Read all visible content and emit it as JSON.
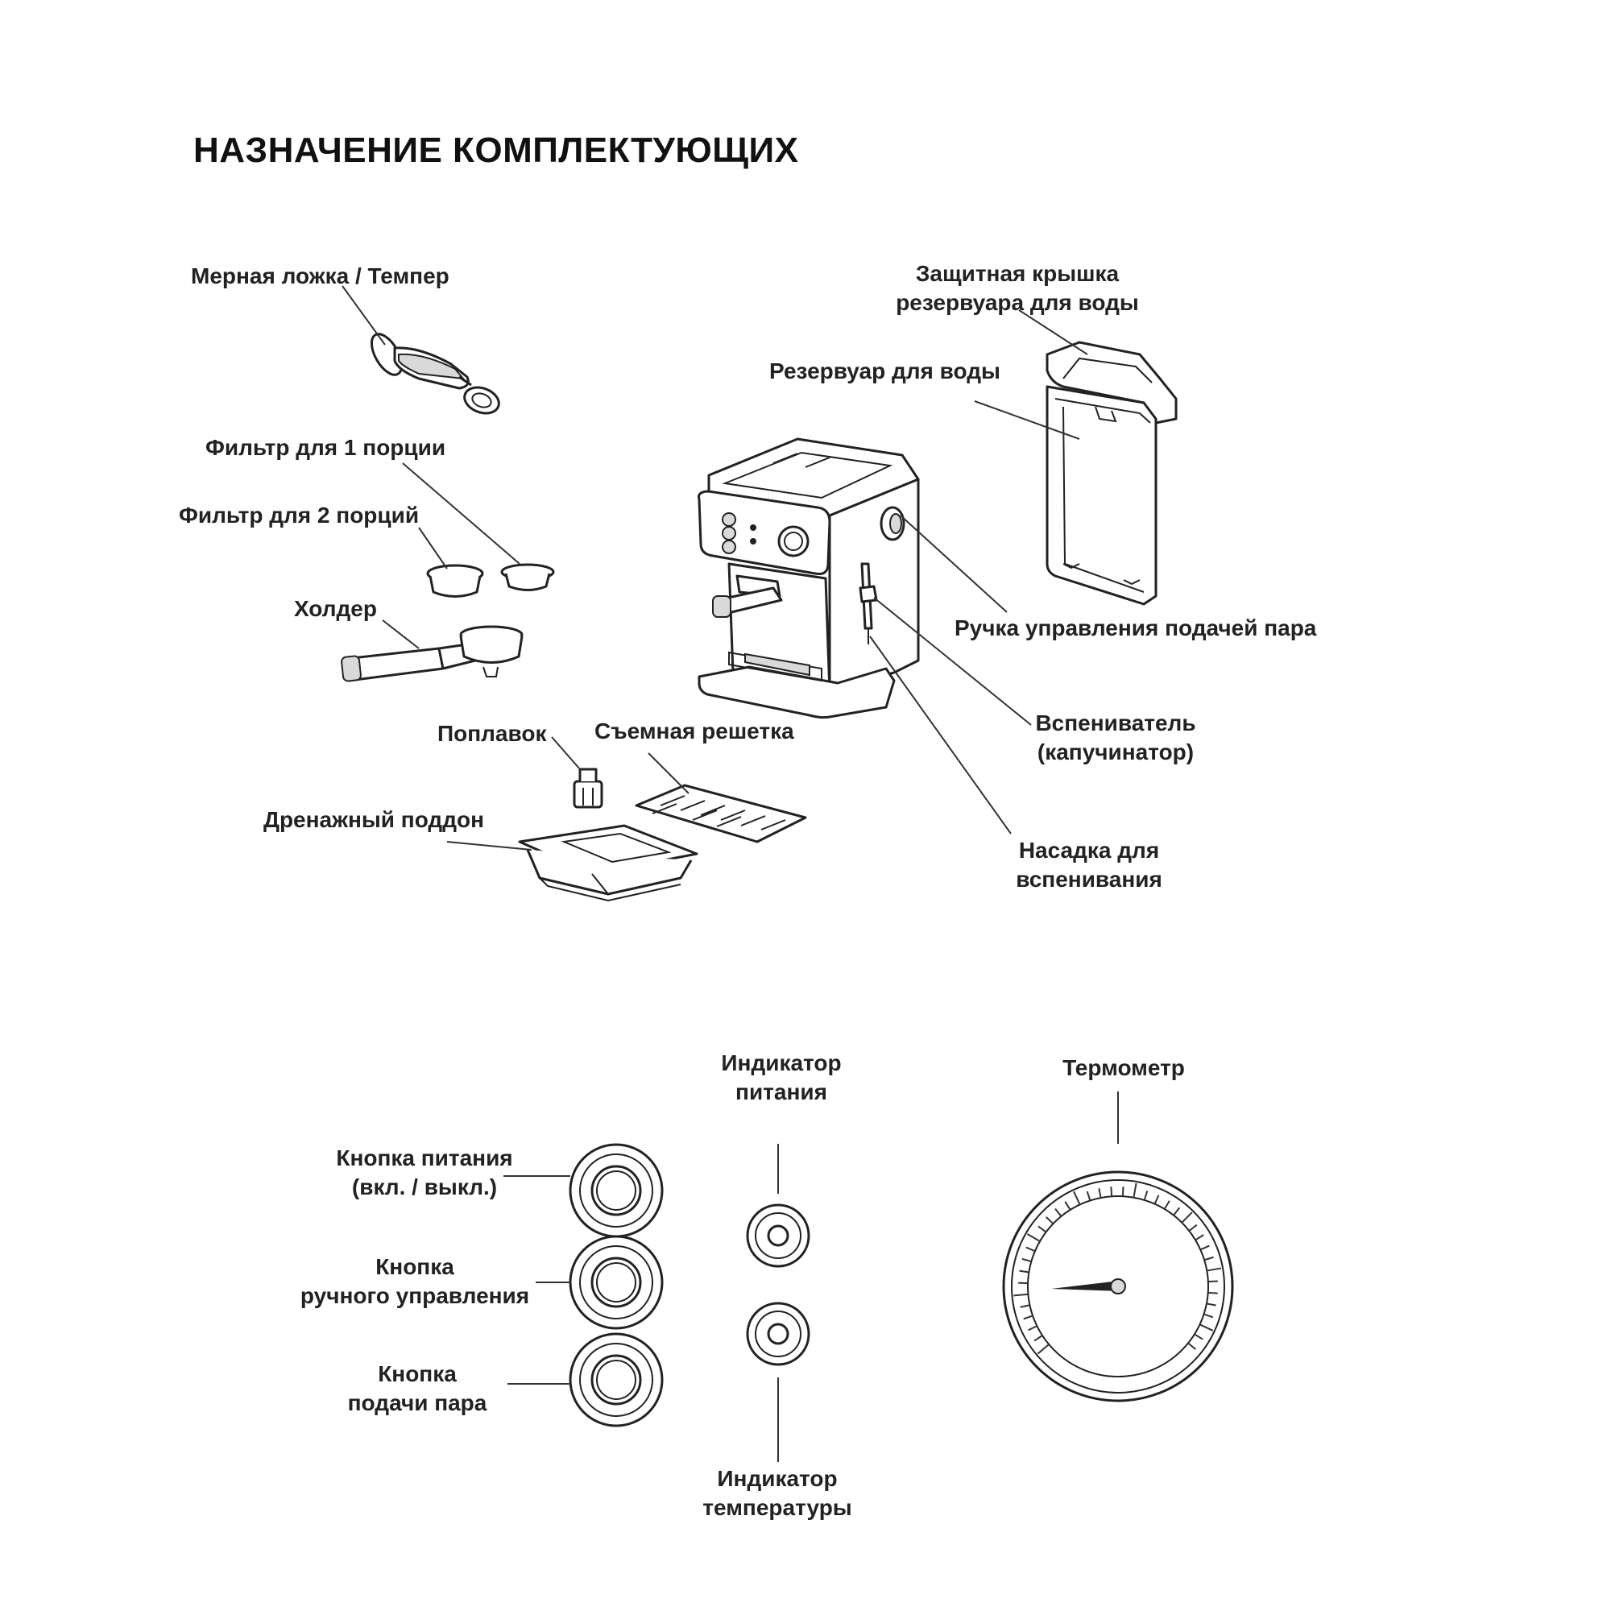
{
  "title": "НАЗНАЧЕНИЕ КОМПЛЕКТУЮЩИХ",
  "labels": {
    "tamper": "Мерная ложка / Темпер",
    "filter1": "Фильтр для 1 порции",
    "filter2": "Фильтр для 2 порций",
    "holder": "Холдер",
    "float": "Поплавок",
    "grate": "Съемная решетка",
    "drip_tray": "Дренажный поддон",
    "tank_lid": [
      "Защитная крышка",
      "резервуара для воды"
    ],
    "tank": "Резервуар для воды",
    "steam_knob": "Ручка управления подачей пара",
    "frother": [
      "Вспениватель",
      "(капучинатор)"
    ],
    "frothing_nozzle": [
      "Насадка для",
      "вспенивания"
    ]
  },
  "panel": {
    "power_button": [
      "Кнопка питания",
      "(вкл. / выкл.)"
    ],
    "manual_button": [
      "Кнопка",
      "ручного управления"
    ],
    "steam_button": [
      "Кнопка",
      "подачи пара"
    ],
    "power_indicator": [
      "Индикатор",
      "питания"
    ],
    "temp_indicator": [
      "Индикатор",
      "температуры"
    ],
    "thermometer": "Термометр"
  }
}
